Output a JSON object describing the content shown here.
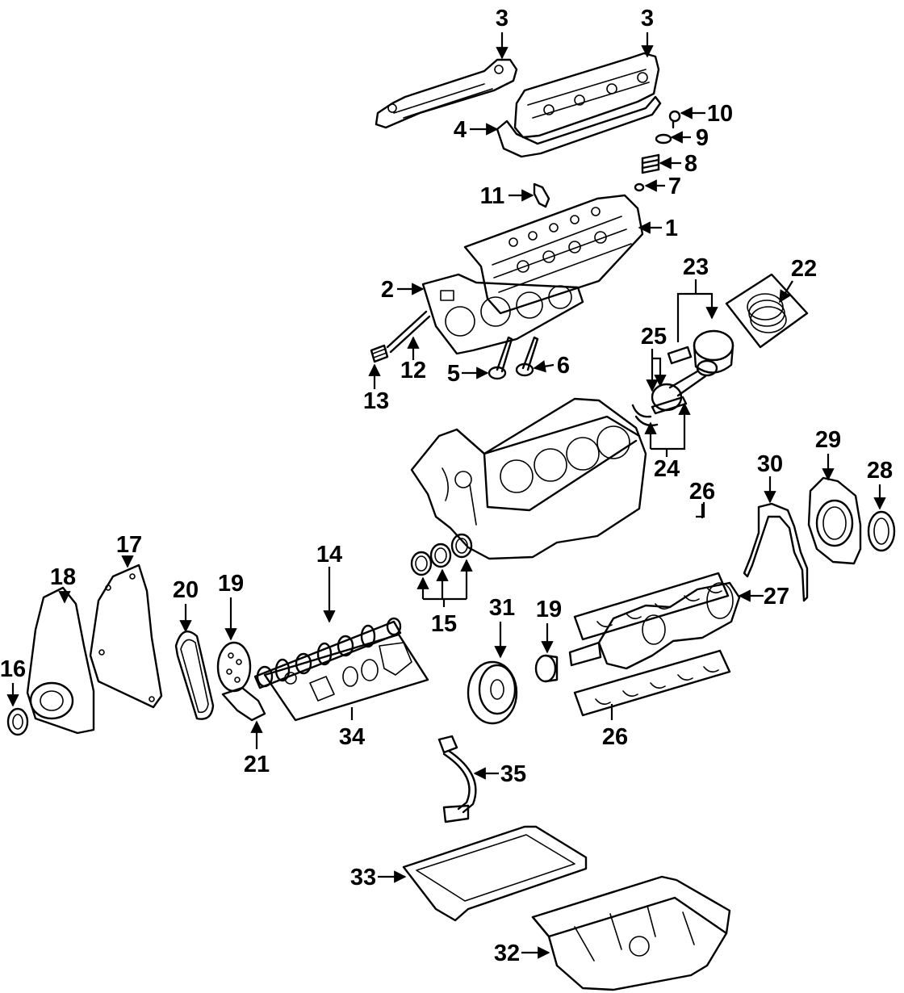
{
  "diagram": {
    "callouts": [
      {
        "id": "3a",
        "label": "3"
      },
      {
        "id": "3b",
        "label": "3"
      },
      {
        "id": "10",
        "label": "10"
      },
      {
        "id": "4",
        "label": "4"
      },
      {
        "id": "9",
        "label": "9"
      },
      {
        "id": "8",
        "label": "8"
      },
      {
        "id": "7",
        "label": "7"
      },
      {
        "id": "11",
        "label": "11"
      },
      {
        "id": "1",
        "label": "1"
      },
      {
        "id": "23",
        "label": "23"
      },
      {
        "id": "22",
        "label": "22"
      },
      {
        "id": "2",
        "label": "2"
      },
      {
        "id": "25",
        "label": "25"
      },
      {
        "id": "12",
        "label": "12"
      },
      {
        "id": "5",
        "label": "5"
      },
      {
        "id": "6",
        "label": "6"
      },
      {
        "id": "13",
        "label": "13"
      },
      {
        "id": "24",
        "label": "24"
      },
      {
        "id": "29",
        "label": "29"
      },
      {
        "id": "30",
        "label": "30"
      },
      {
        "id": "28",
        "label": "28"
      },
      {
        "id": "26a",
        "label": "26"
      },
      {
        "id": "17",
        "label": "17"
      },
      {
        "id": "14",
        "label": "14"
      },
      {
        "id": "18",
        "label": "18"
      },
      {
        "id": "20",
        "label": "20"
      },
      {
        "id": "19a",
        "label": "19"
      },
      {
        "id": "27",
        "label": "27"
      },
      {
        "id": "15",
        "label": "15"
      },
      {
        "id": "31",
        "label": "31"
      },
      {
        "id": "19b",
        "label": "19"
      },
      {
        "id": "16",
        "label": "16"
      },
      {
        "id": "26b",
        "label": "26"
      },
      {
        "id": "34",
        "label": "34"
      },
      {
        "id": "21",
        "label": "21"
      },
      {
        "id": "35",
        "label": "35"
      },
      {
        "id": "33",
        "label": "33"
      },
      {
        "id": "32",
        "label": "32"
      }
    ]
  }
}
